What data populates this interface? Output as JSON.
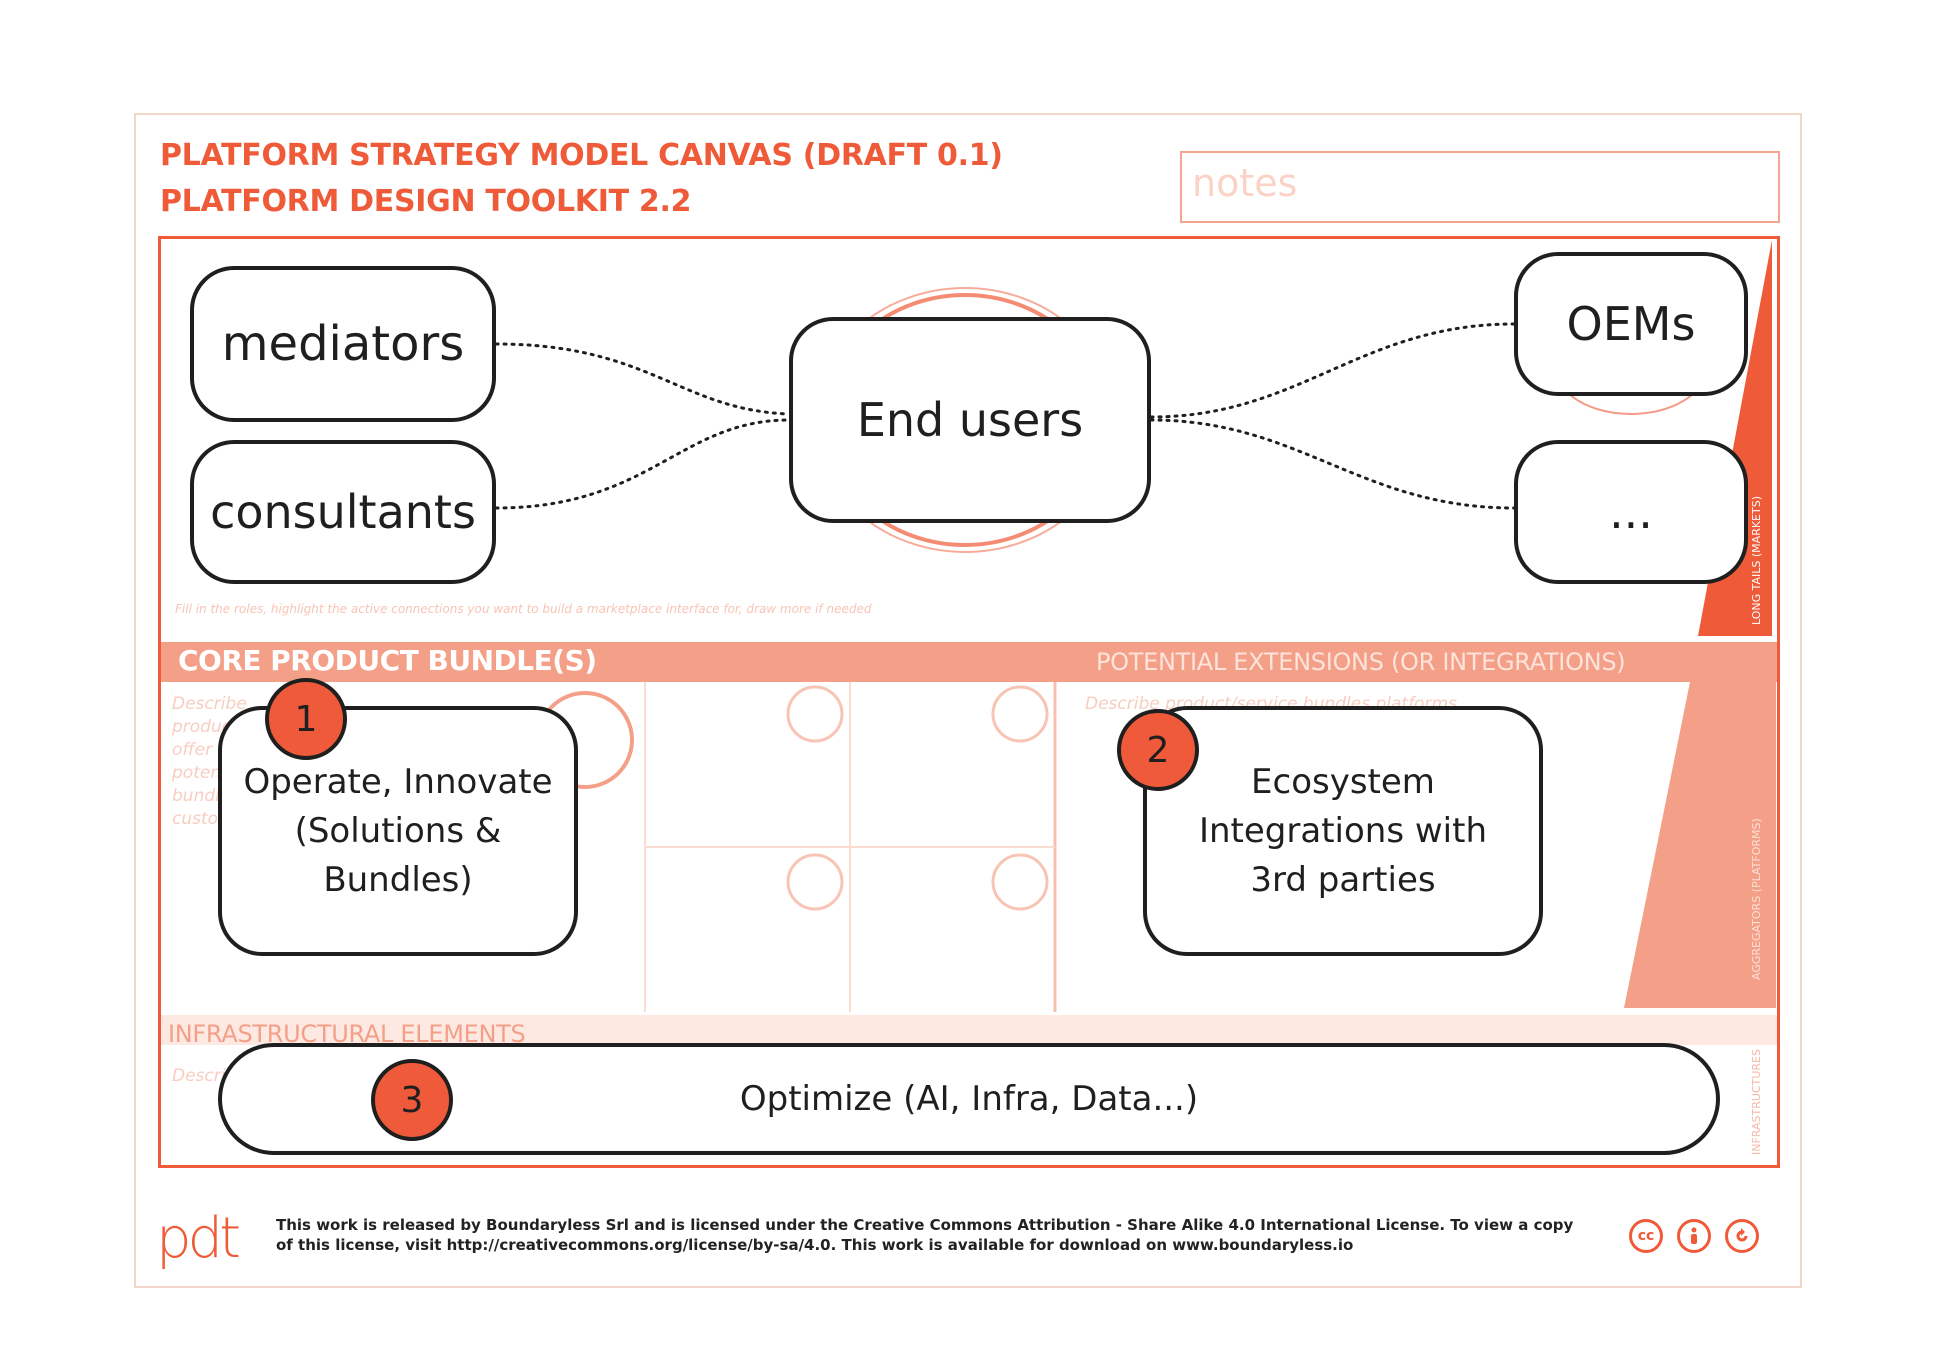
{
  "header": {
    "title_line1": "PLATFORM STRATEGY MODEL CANVAS (DRAFT 0.1)",
    "title_line2": "PLATFORM DESIGN TOOLKIT 2.2",
    "notes_placeholder": "notes"
  },
  "canvas": {
    "hint": "Fill in the roles, highlight the active connections you want to build a marketplace interface for, draw more if needed",
    "core_band_label": "CORE PRODUCT BUNDLE(S)",
    "extensions_band_label": "POTENTIAL EXTENSIONS (OR INTEGRATIONS)",
    "infra_band_label": "INFRASTRUCTURAL ELEMENTS",
    "side_label_markets": "LONG TAILS (MARKETS)",
    "side_label_aggregators": "AGGREGATORS (PLATFORMS)",
    "side_label_infra": "INFRASTRUCTURES",
    "faint_core": "Describe product offer potential bundles customers",
    "faint_ext": "Describe product/service bundles platforms",
    "faint_infra": "Describe potential"
  },
  "diagram": {
    "nodes": {
      "mediators": "mediators",
      "consultants": "consultants",
      "end_users": "End users",
      "oems": "OEMs",
      "more": "...",
      "operate": "Operate, Innovate\n(Solutions &\nBundles)",
      "ecosystem": "Ecosystem\nIntegrations with\n3rd parties",
      "optimize": "Optimize (AI, Infra, Data...)"
    },
    "badges": {
      "one": "1",
      "two": "2",
      "three": "3"
    }
  },
  "footer": {
    "logo": "pdt",
    "license_text": "This work is released by Boundaryless Srl and is licensed under the Creative Commons Attribution - Share Alike 4.0 International License. To view a copy of this license, visit http://creativecommons.org/license/by-sa/4.0. This work is available for download on www.boundaryless.io",
    "icon_cc": "cc",
    "icon_by": "by-icon",
    "icon_sa": "sa-icon"
  },
  "colors": {
    "accent": "#ef5a38",
    "band": "#f4a089",
    "ink": "#1f1f1f"
  }
}
